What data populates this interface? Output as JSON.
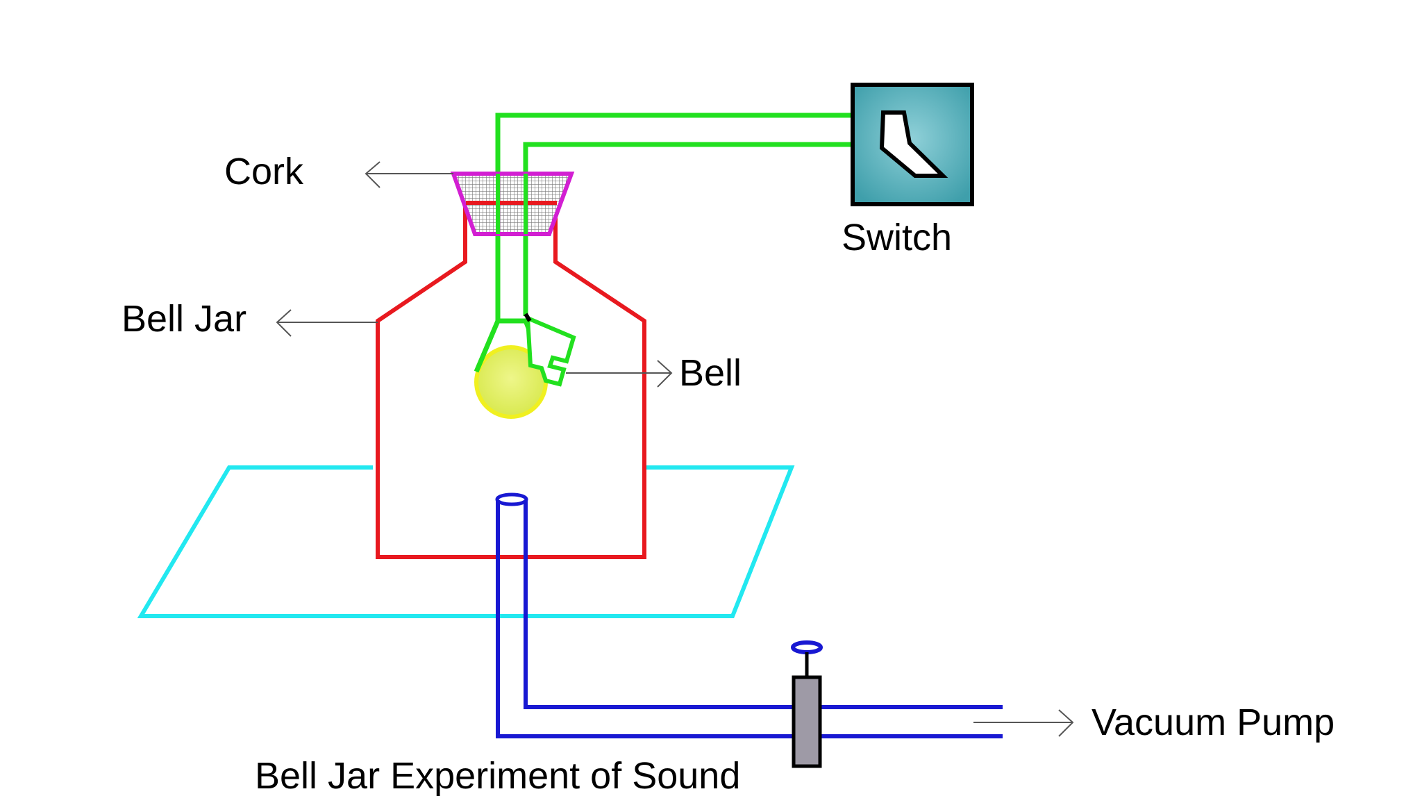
{
  "labels": {
    "cork": "Cork",
    "bell_jar": "Bell Jar",
    "bell": "Bell",
    "switch": "Switch",
    "vacuum_pump": "Vacuum Pump",
    "caption": "Bell Jar Experiment of Sound"
  },
  "icons": {
    "switch": "switch-icon",
    "bell": "bell-icon",
    "valve": "valve-icon"
  },
  "colors": {
    "jar": "#e8191f",
    "wire": "#22e01f",
    "cork": "#d21fd2",
    "platform": "#22e8f0",
    "pipe": "#1818d2",
    "bell": "#e4f25a",
    "bell_outline": "#f0f020",
    "switch_box": "#4fb0bc",
    "valve_body": "#9e9aa6",
    "pointer": "#555555",
    "text": "#000000"
  }
}
